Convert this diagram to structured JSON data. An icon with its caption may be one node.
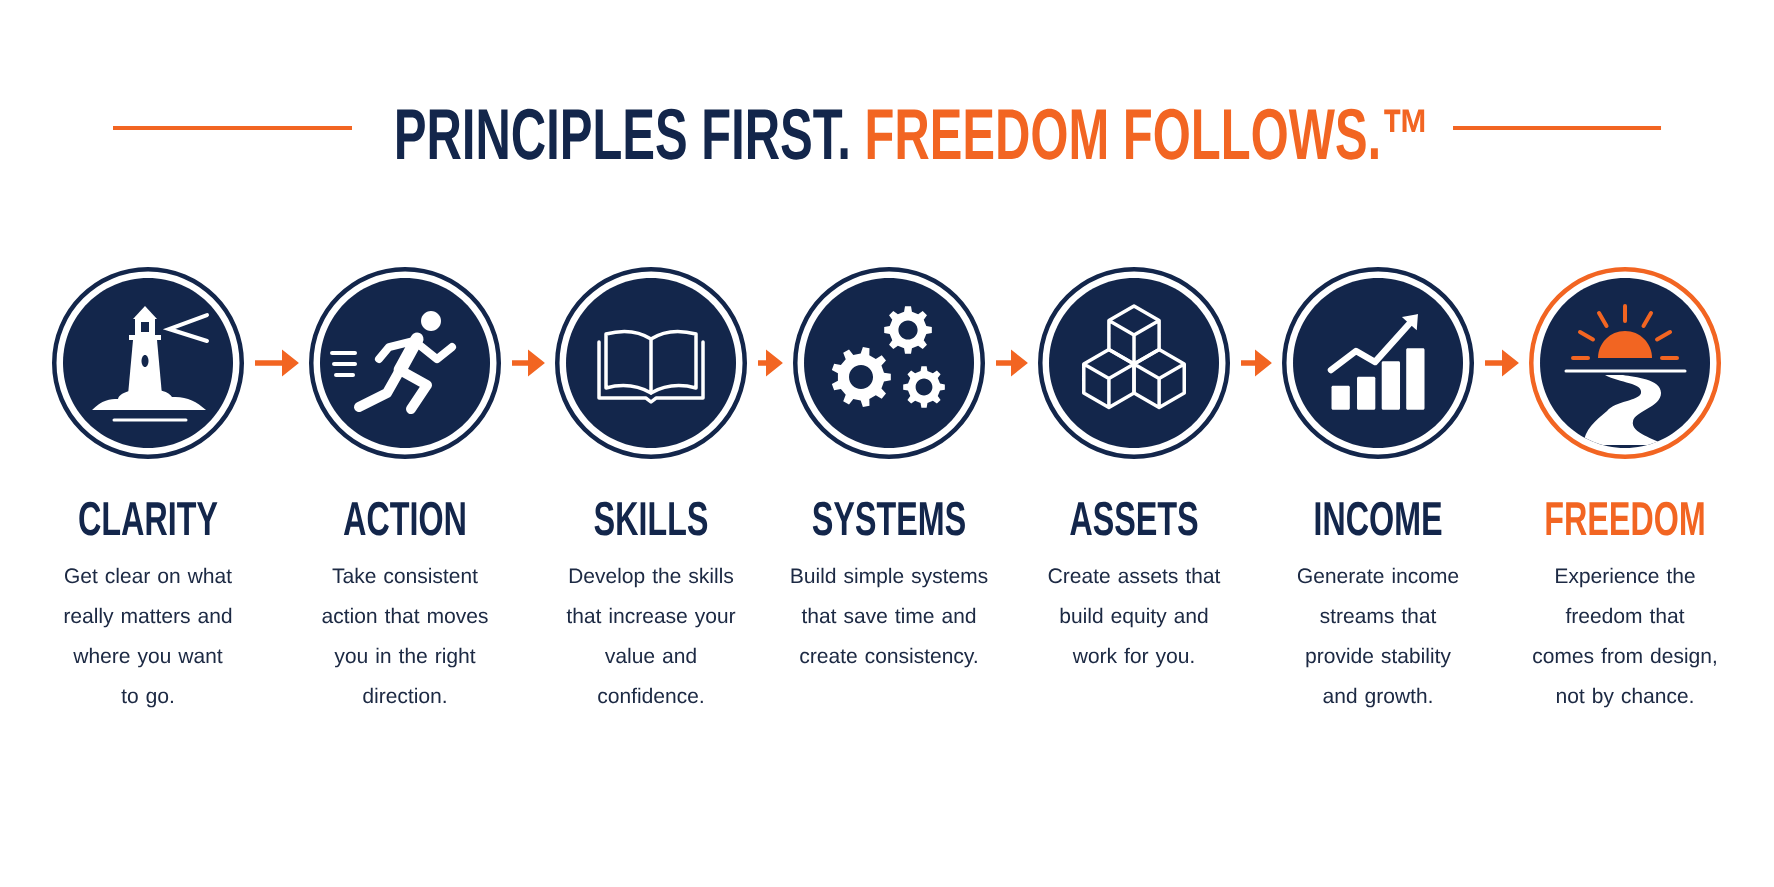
{
  "diagram": {
    "title": "PRINCIPLES FIRST. FREEDOM FOLLOWS.™",
    "nodes": [
      {
        "text": [
          "CLARITY",
          "Get clear on what really matters and where you want to go."
        ]
      },
      {
        "text": [
          "ACTION",
          "Take consistent action that moves you in the right direction."
        ]
      },
      {
        "text": [
          "SKILLS",
          "Develop the skills that increase your value and confidence."
        ]
      },
      {
        "text": [
          "SYSTEMS",
          "Build simple systems that save time and create consistency."
        ]
      },
      {
        "text": [
          "ASSETS",
          "Create assets that build equity and work for you."
        ]
      },
      {
        "text": [
          "INCOME",
          "Generate income streams that provide stability and growth."
        ]
      },
      {
        "text": [
          "FREEDOM",
          "Experience the freedom that comes from design, not by chance."
        ]
      }
    ],
    "edges": [
      {
        "from": 0,
        "to": 1,
        "arrow": "to"
      },
      {
        "from": 1,
        "to": 2,
        "arrow": "to"
      },
      {
        "from": 2,
        "to": 3,
        "arrow": "to"
      },
      {
        "from": 3,
        "to": 4,
        "arrow": "to"
      },
      {
        "from": 4,
        "to": 5,
        "arrow": "to"
      },
      {
        "from": 5,
        "to": 6,
        "arrow": "to"
      }
    ]
  }
}
